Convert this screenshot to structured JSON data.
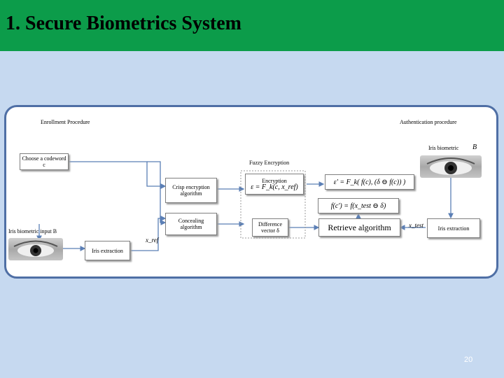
{
  "title": "1. Secure Biometrics System",
  "page_number": "20",
  "diagram": {
    "enrollment_label": "Enrollment Procedure",
    "authentication_label": "Authentication procedure",
    "iris_biometric_label": "Iris biometric",
    "iris_biometric_symbol": "B",
    "codeword_box": "Choose a codeword c",
    "fuzzy_label": "Fuzzy Encryption",
    "crisp_box": "Crisp encryption algorithm",
    "concealing_box": "Concealing algorithm",
    "iris_input_label": "Iris biometric input B",
    "iris_extraction_left": "Iris extraction",
    "x_ref": "x_ref",
    "encryption_label": "Encryption",
    "encryption_formula": "ε = F_k(c, x_ref)",
    "difference_box": "Difference vector δ",
    "retrieve_box": "Retrieve algorithm",
    "x_test": "x_test",
    "iris_extraction_right": "Iris extraction",
    "decryption_formula": "ε' = F_k( f(c), (δ ⊖ f(c)) )",
    "function_formula": "f(c') = f(x_test ⊖ δ)"
  }
}
